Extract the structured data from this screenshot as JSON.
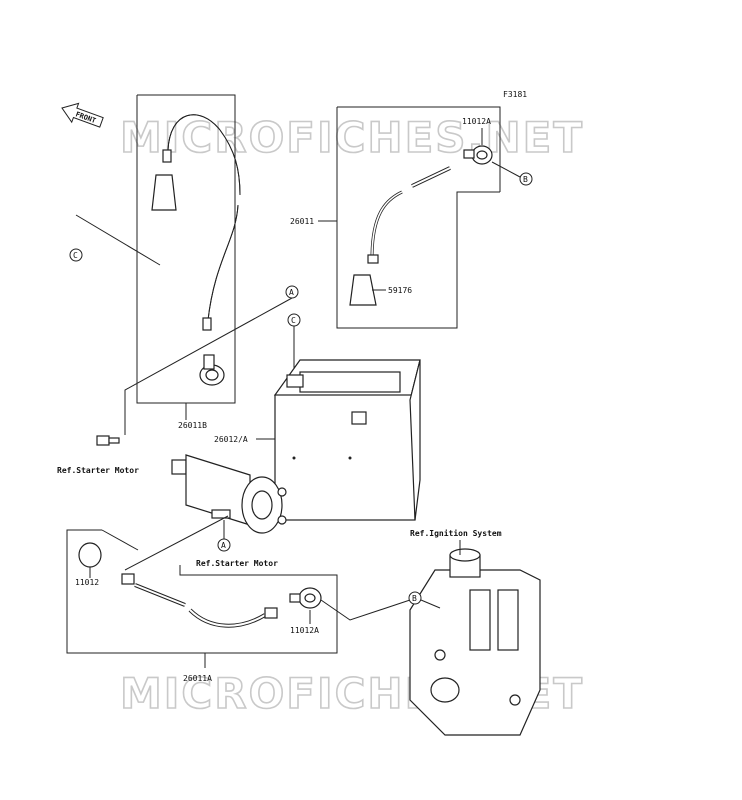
{
  "figure_id": "F3181",
  "front_label": "FRONT",
  "watermark": "MICROFICHES.NET",
  "labels": {
    "p11012A_top": "11012A",
    "p26011": "26011",
    "p59176": "59176",
    "p26011B": "26011B",
    "p26012A": "26012/A",
    "ref_starter_left": "Ref.Starter Motor",
    "ref_starter_mid": "Ref.Starter Motor",
    "ref_ignition": "Ref.Ignition System",
    "p11012": "11012",
    "p11012A_bottom": "11012A",
    "p26011A": "26011A"
  },
  "callouts": {
    "a": "A",
    "b": "B",
    "c": "C"
  }
}
